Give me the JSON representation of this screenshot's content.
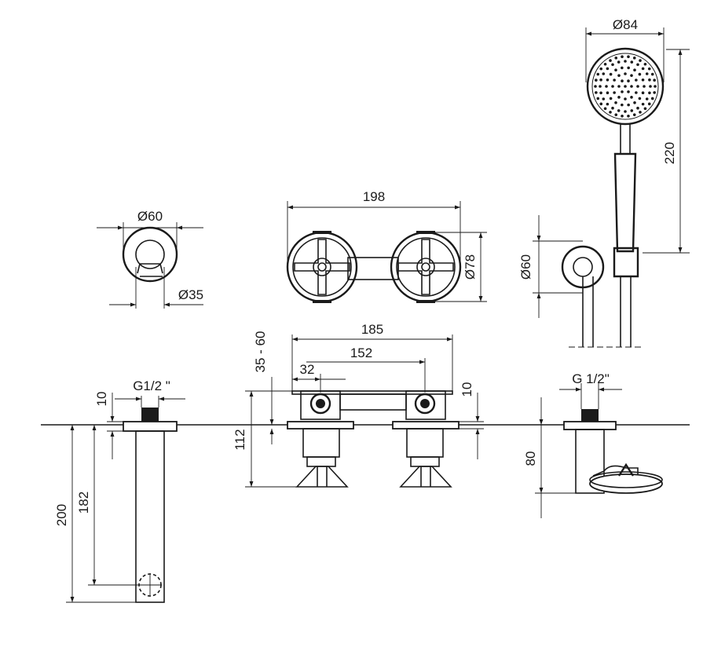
{
  "dimensions": {
    "hand_shower_head_diameter": "Ø84",
    "hand_shower_length": "220",
    "holder_diameter": "Ø60",
    "spout_rosette_diameter": "Ø60",
    "spout_outlet_diameter": "Ø35",
    "handle_spacing_total": "198",
    "handle_diameter": "Ø78",
    "mixer_length": "185",
    "handle_centers": "152",
    "handle_offset": "32",
    "deck_thickness_range": "35 - 60",
    "mixer_above_deck": "10",
    "mixer_height": "112",
    "spout_thread": "G1/2 \"",
    "spout_above_deck": "10",
    "spout_depth_total": "200",
    "spout_outlet_depth": "182",
    "shower_thread": "G 1/2\"",
    "shower_unit_depth": "80"
  }
}
